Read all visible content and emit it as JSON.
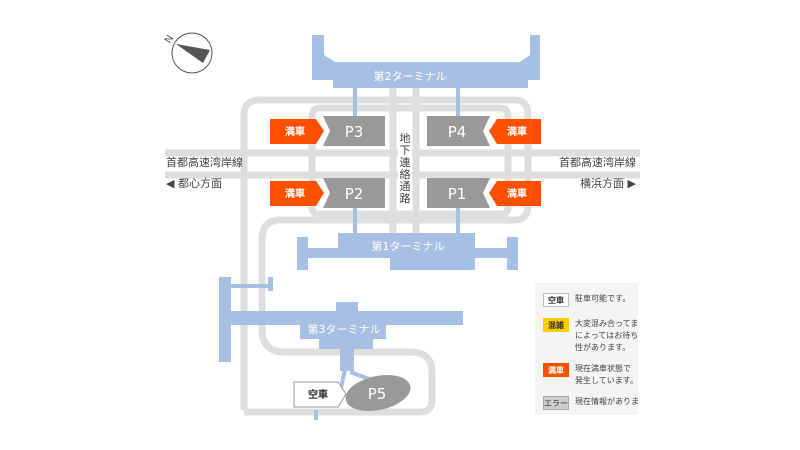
{
  "compass": {
    "north_label": "N"
  },
  "terminals": {
    "t1": "第1ターミナル",
    "t2": "第2ターミナル",
    "t3": "第3ターミナル"
  },
  "underground_passage": [
    "地",
    "下",
    "連",
    "絡",
    "通",
    "路"
  ],
  "highway": {
    "left_name": "首都高速湾岸線",
    "left_direction": "◀ 都心方面",
    "right_name": "首都高速湾岸線",
    "right_direction": "横浜方面 ▶"
  },
  "parking": [
    {
      "id": "P3",
      "status": "満車"
    },
    {
      "id": "P4",
      "status": "満車"
    },
    {
      "id": "P2",
      "status": "満車"
    },
    {
      "id": "P1",
      "status": "満車"
    },
    {
      "id": "P5",
      "status": "空車"
    }
  ],
  "legend": [
    {
      "badge": "空車",
      "color": "#ffffff",
      "lines": [
        "駐車可能です。"
      ]
    },
    {
      "badge": "混雑",
      "color": "#ffcc00",
      "lines": [
        "大変混み合ってま",
        "によってはお待ち",
        "性があります。"
      ]
    },
    {
      "badge": "満車",
      "color": "#ff5000",
      "lines": [
        "現在満車状態で",
        "発生しています。"
      ]
    },
    {
      "badge": "エラー",
      "color": "#cccccc",
      "lines": [
        "現在情報がありま"
      ]
    }
  ],
  "colors": {
    "terminal": "#a7bfe3",
    "road": "#dddddd",
    "lot": "#999999",
    "full": "#ff5000"
  }
}
